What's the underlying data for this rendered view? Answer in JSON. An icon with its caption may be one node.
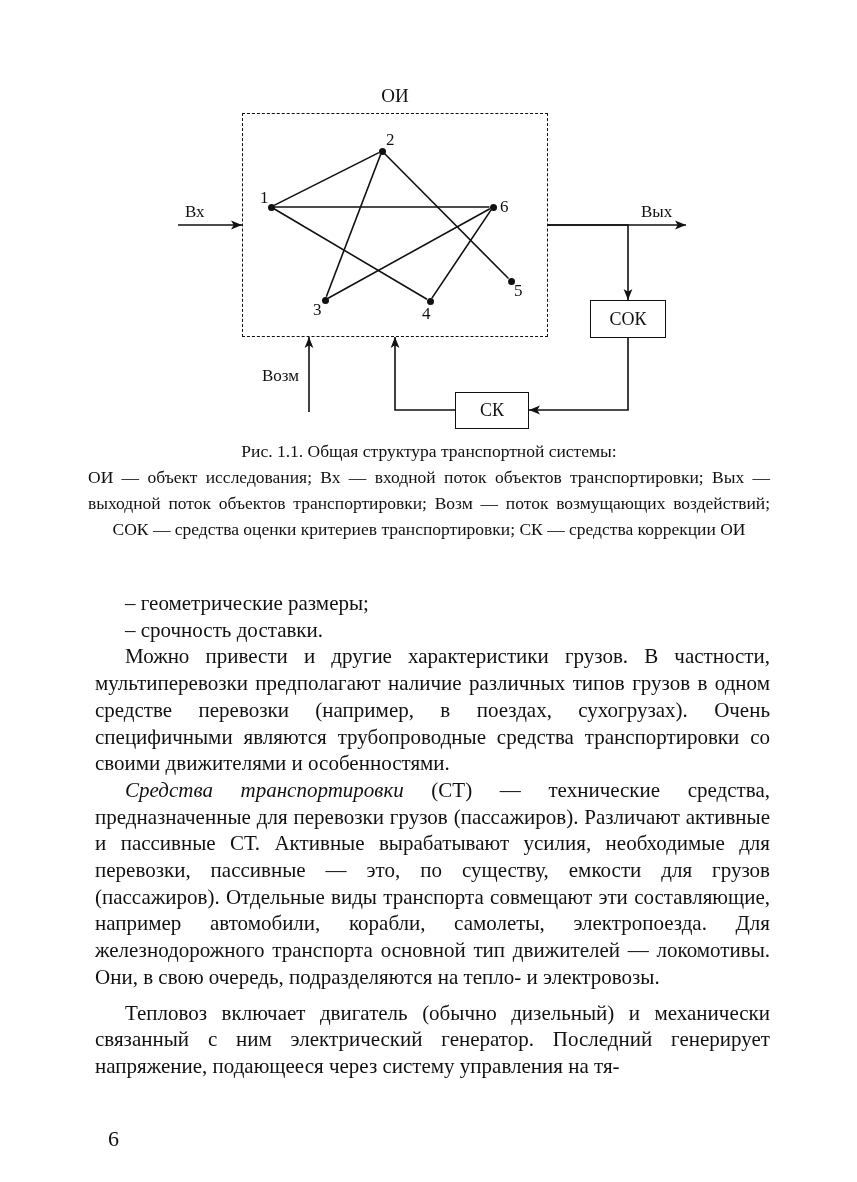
{
  "diagram": {
    "caption": "Рис. 1.1. Общая структура транспортной системы:",
    "nodes": [
      {
        "text": [
          "ОИ"
        ]
      },
      {
        "text": [
          "1"
        ],
        "in": 0
      },
      {
        "text": [
          "2"
        ],
        "in": 0
      },
      {
        "text": [
          "3"
        ],
        "in": 0
      },
      {
        "text": [
          "4"
        ],
        "in": 0
      },
      {
        "text": [
          "5"
        ],
        "in": 0
      },
      {
        "text": [
          "6"
        ],
        "in": 0
      },
      {
        "text": [
          "СОК"
        ]
      },
      {
        "text": [
          "СК"
        ]
      }
    ],
    "edges": [
      {
        "from": null,
        "to": 0,
        "arrow": "to",
        "label": "Вх"
      },
      {
        "from": 0,
        "to": null,
        "arrow": "to",
        "label": "Вых"
      },
      {
        "from": 0,
        "to": 7,
        "arrow": "to"
      },
      {
        "from": 7,
        "to": 8,
        "arrow": "to"
      },
      {
        "from": 8,
        "to": 0,
        "arrow": "to"
      },
      {
        "from": null,
        "to": 0,
        "arrow": "to",
        "label": "Возм"
      },
      {
        "from": 1,
        "to": 2,
        "arrow": "none"
      },
      {
        "from": 1,
        "to": 6,
        "arrow": "none"
      },
      {
        "from": 1,
        "to": 4,
        "arrow": "none"
      },
      {
        "from": 2,
        "to": 3,
        "arrow": "none"
      },
      {
        "from": 2,
        "to": 5,
        "arrow": "none"
      },
      {
        "from": 3,
        "to": 6,
        "arrow": "none"
      },
      {
        "from": 6,
        "to": 4,
        "arrow": "none"
      }
    ],
    "labels": [
      "ОИ — объект исследования; Вх — входной поток объектов транспортировки; Вых — выходной поток объектов транспортировки; Возм — поток возмущающих воздействий; СОК — средства оценки критериев транспортировки; СК — средства коррекции ОИ",
      "– геометрические размеры;",
      "– срочность доставки.",
      "Можно привести и другие характеристики грузов. В частности, мультиперевозки предполагают наличие различных типов грузов в одном средстве перевозки (например, в поездах, сухогрузах). Очень специфичными являются трубопроводные средства транспортировки со своими движителями и особенностями.",
      "*Средства транспортировки* (СТ) — технические средства, предназначенные для перевозки грузов (пассажиров). Различают активные и пассивные СТ. Активные вырабатывают усилия, необходимые для перевозки, пассивные — это, по существу, емкости для грузов (пассажиров). Отдельные виды транспорта совмещают эти составляющие, например автомобили, корабли, самолеты, электропоезда. Для железнодорожного транспорта основной тип движителей — локомотивы. Они, в свою очередь, подразделяются на тепло- и электровозы.",
      "Тепловоз включает двигатель (обычно дизельный) и механически связанный с ним электрический генератор. Последний генерирует напряжение, подающееся через систему управления на тя-",
      "6"
    ]
  }
}
